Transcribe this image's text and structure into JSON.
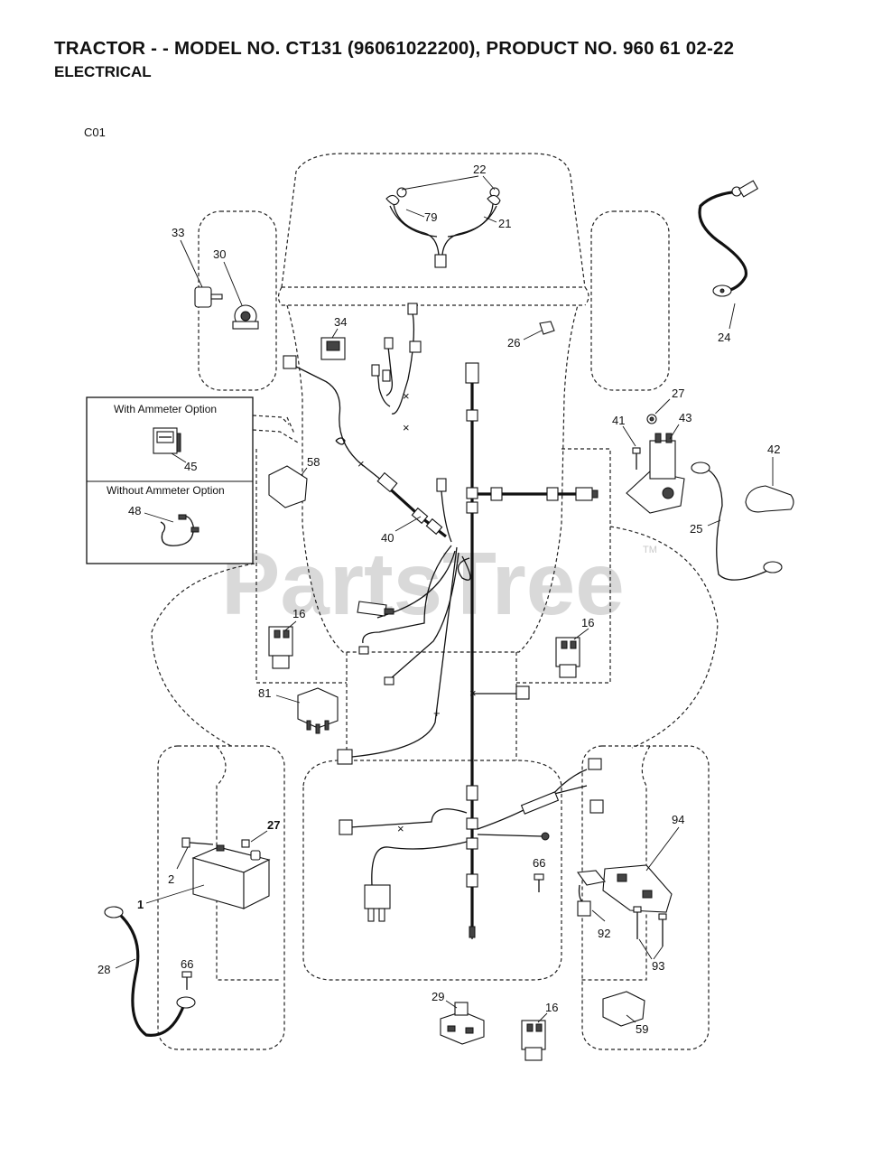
{
  "header": {
    "title": "TRACTOR - - MODEL NO. CT131 (96061022200), PRODUCT NO. 960 61 02-22",
    "subtitle": "ELECTRICAL",
    "diagram_code": "C01"
  },
  "watermark": {
    "text": "PartsTree",
    "trademark": "TM"
  },
  "options_box": {
    "with_ammeter": "With Ammeter Option",
    "without_ammeter": "Without Ammeter Option"
  },
  "callouts": {
    "c1": "1",
    "c2": "2",
    "c16a": "16",
    "c16b": "16",
    "c16c": "16",
    "c21": "21",
    "c22": "22",
    "c24": "24",
    "c25": "25",
    "c26": "26",
    "c27a": "27",
    "c27b": "27",
    "c28": "28",
    "c29": "29",
    "c30": "30",
    "c33": "33",
    "c34": "34",
    "c40": "40",
    "c41": "41",
    "c42": "42",
    "c43": "43",
    "c45": "45",
    "c48": "48",
    "c58": "58",
    "c59": "59",
    "c66a": "66",
    "c66b": "66",
    "c79": "79",
    "c81": "81",
    "c92": "92",
    "c93": "93",
    "c94": "94"
  }
}
